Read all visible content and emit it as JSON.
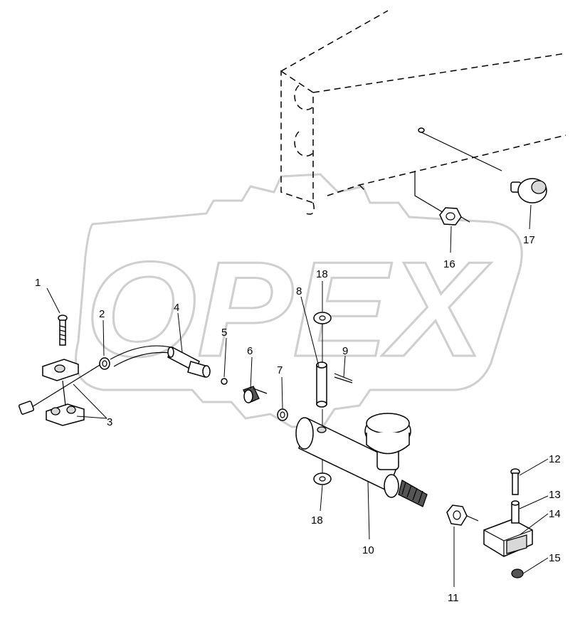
{
  "watermark": {
    "text": "OPEX"
  },
  "callouts": [
    {
      "id": "1",
      "label": "1"
    },
    {
      "id": "2",
      "label": "2"
    },
    {
      "id": "3",
      "label": "3"
    },
    {
      "id": "4",
      "label": "4"
    },
    {
      "id": "5",
      "label": "5"
    },
    {
      "id": "6",
      "label": "6"
    },
    {
      "id": "7",
      "label": "7"
    },
    {
      "id": "8",
      "label": "8"
    },
    {
      "id": "9",
      "label": "9"
    },
    {
      "id": "10",
      "label": "10"
    },
    {
      "id": "11",
      "label": "11"
    },
    {
      "id": "12",
      "label": "12"
    },
    {
      "id": "13",
      "label": "13"
    },
    {
      "id": "14",
      "label": "14"
    },
    {
      "id": "15",
      "label": "15"
    },
    {
      "id": "16",
      "label": "16"
    },
    {
      "id": "17",
      "label": "17"
    },
    {
      "id": "18a",
      "label": "18"
    },
    {
      "id": "18b",
      "label": "18"
    }
  ]
}
